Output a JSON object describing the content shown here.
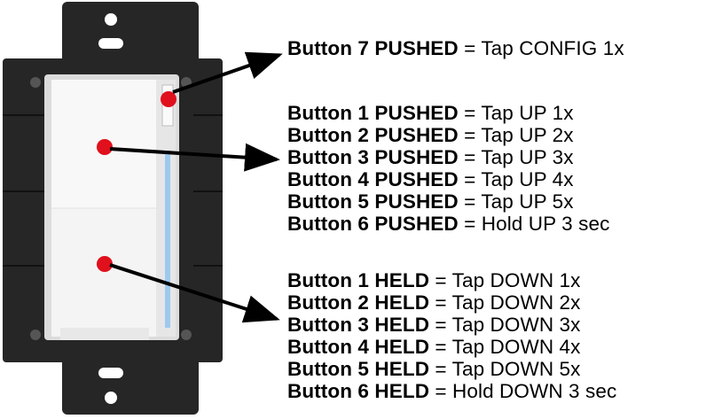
{
  "groups": [
    {
      "id": "config",
      "items": [
        {
          "button": "Button 7",
          "event": "PUSHED",
          "action": "Tap CONFIG 1x"
        }
      ]
    },
    {
      "id": "up",
      "items": [
        {
          "button": "Button 1",
          "event": "PUSHED",
          "action": "Tap UP 1x"
        },
        {
          "button": "Button 2",
          "event": "PUSHED",
          "action": "Tap UP 2x"
        },
        {
          "button": "Button 3",
          "event": "PUSHED",
          "action": "Tap UP 3x"
        },
        {
          "button": "Button 4",
          "event": "PUSHED",
          "action": "Tap UP 4x"
        },
        {
          "button": "Button 5",
          "event": "PUSHED",
          "action": "Tap UP 5x"
        },
        {
          "button": "Button 6",
          "event": "PUSHED",
          "action": "Hold UP 3 sec"
        }
      ]
    },
    {
      "id": "down",
      "items": [
        {
          "button": "Button 1",
          "event": "HELD",
          "action": "Tap DOWN 1x"
        },
        {
          "button": "Button 2",
          "event": "HELD",
          "action": "Tap DOWN 2x"
        },
        {
          "button": "Button 3",
          "event": "HELD",
          "action": "Tap DOWN 3x"
        },
        {
          "button": "Button 4",
          "event": "HELD",
          "action": "Tap DOWN 4x"
        },
        {
          "button": "Button 5",
          "event": "HELD",
          "action": "Tap DOWN 5x"
        },
        {
          "button": "Button 6",
          "event": "HELD",
          "action": "Hold DOWN 3 sec"
        }
      ]
    }
  ],
  "separator": "=",
  "colors": {
    "plate": "#262626",
    "paddle": "#f2f2f2",
    "led": "#9ec9ef",
    "marker": "#e0101c",
    "arrow": "#000000"
  }
}
